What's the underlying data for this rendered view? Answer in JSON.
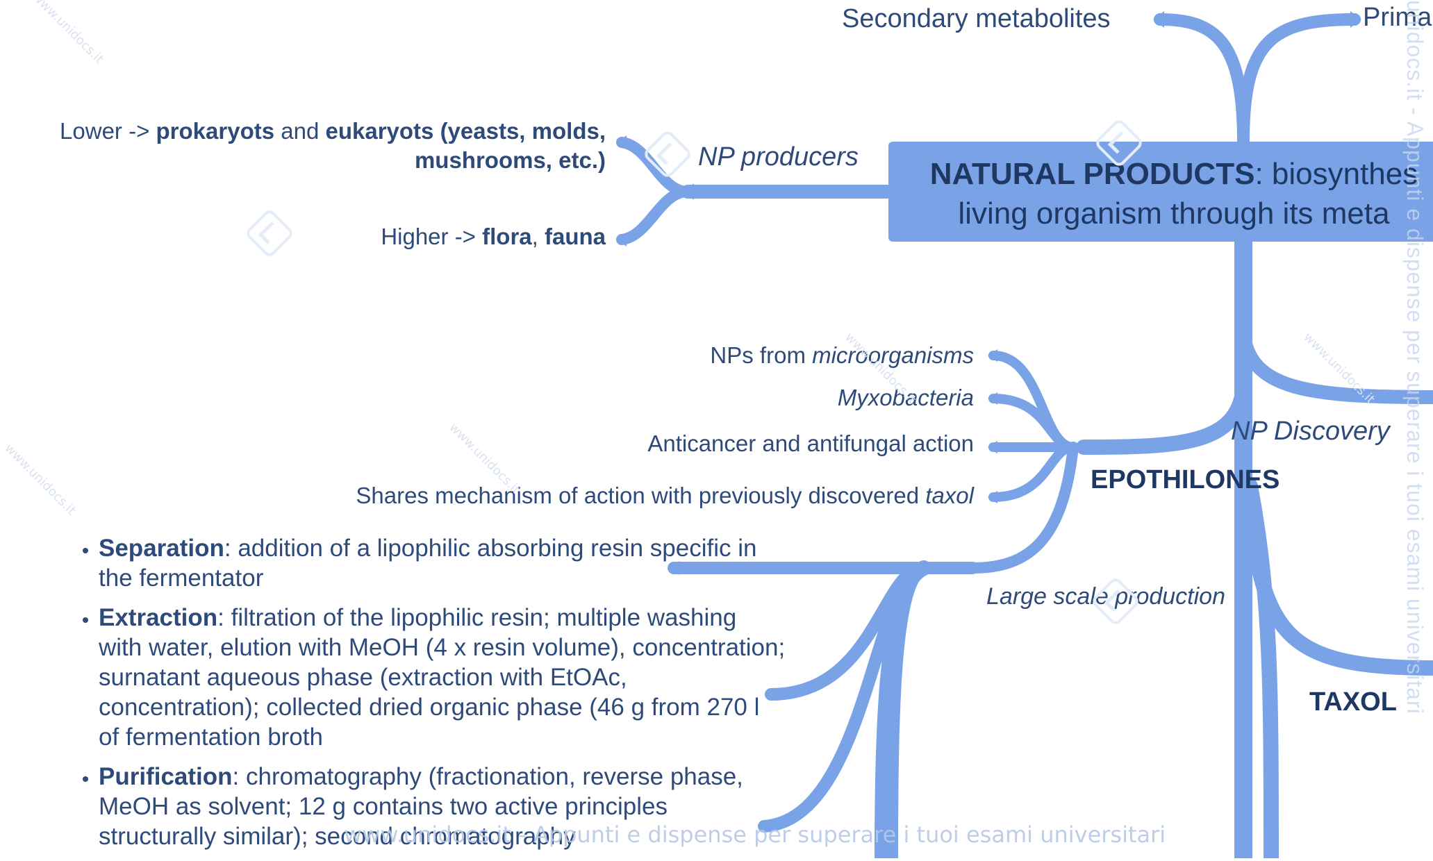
{
  "central": {
    "title_bold": "NATURAL PRODUCTS",
    "title_rest": ": biosynthes",
    "line2": "living organism through its meta"
  },
  "top": {
    "secondary": "Secondary metabolites",
    "primary": "Prima"
  },
  "producers": {
    "label": "NP producers",
    "lower": {
      "prefix": "Lower -> ",
      "b1": "prokaryots",
      "mid": " and ",
      "b2": "eukaryots (yeasts, molds,",
      "b3": "mushrooms, etc.)"
    },
    "higher": {
      "prefix": "Higher -> ",
      "b1": "flora",
      "sep": ", ",
      "b2": "fauna"
    }
  },
  "epothilones": {
    "title": "EPOTHILONES",
    "items": {
      "micro_prefix": "NPs from ",
      "micro_italic": "microorganisms",
      "myxo": "Myxobacteria",
      "action": "Anticancer and antifungal action",
      "shares_prefix": "Shares mechanism of action with previously discovered ",
      "shares_italic": "taxol"
    },
    "large_scale": "Large scale production"
  },
  "discovery": {
    "label": "NP Discovery"
  },
  "taxol": {
    "title": "TAXOL"
  },
  "steps": [
    {
      "bold": "Separation",
      "text": ": addition of a lipophilic absorbing resin specific in the fermentator"
    },
    {
      "bold": "Extraction",
      "text": ": filtration of the lipophilic resin; multiple washing with water, elution with MeOH (4 x resin volume), concentration; surnatant aqueous phase (extraction with EtOAc, concentration); collected dried organic phase (46 g from 270 l of fermentation broth"
    },
    {
      "bold": "Purification",
      "text": ": chromatography (fractionation, reverse phase, MeOH as solvent; 12 g contains two active principles structurally similar); second chromatography"
    }
  ],
  "watermark": {
    "bottom": "www.unidocs.it  - Appunti e dispense per superare i tuoi esami universitari",
    "side": "unidocs.it  - Appunti e dispense per superare i tuoi esami universitari",
    "small": "www.unidocs.it"
  },
  "colors": {
    "branch": "#79a3e6",
    "text": "#2d4a7a",
    "central_fill": "#79a3e6"
  }
}
